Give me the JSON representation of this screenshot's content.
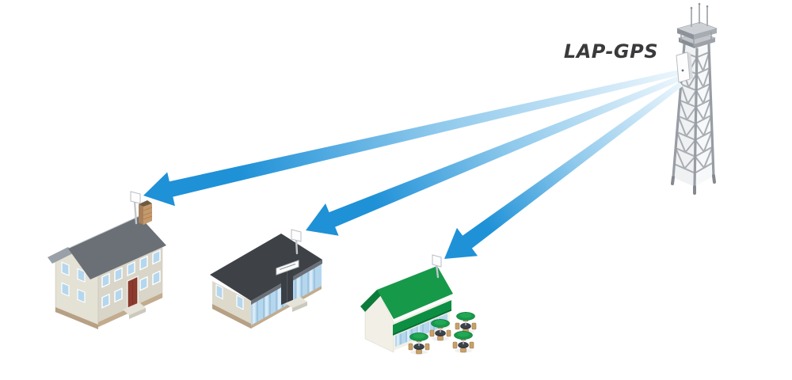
{
  "scene": {
    "label": "LAP-GPS",
    "nodes": {
      "base_station": "LAP-GPS sector radio mounted on lattice tower",
      "clients": [
        "two-story house with rooftop antenna",
        "office building with rooftop antenna",
        "cafe with rooftop antenna and patio umbrella tables"
      ]
    },
    "links": [
      "tower to house",
      "tower to office building",
      "tower to cafe"
    ]
  },
  "colors": {
    "beam_blue": "#1f91d7",
    "beam_mid": "#8fc9ec",
    "beam_light": "#eaf5fc",
    "label_text": "#3a3a3c",
    "tower_metal": "#a9aeb4",
    "tower_face": "#eff1f2",
    "house_roof": "#6b7076",
    "house_roof_light": "#99a0a7",
    "house_wall": "#d9d5c8",
    "house_gable": "#e4e1d5",
    "foundation_tan": "#c3ab8d",
    "door_red": "#8e3a2f",
    "window_blue": "#b5d7ee",
    "office_roof": "#3e4247",
    "office_wall": "#ddd9cb",
    "glass_blue": "#b5d7ee",
    "office_door": "#3a3f45",
    "restaurant_roof": "#17994a",
    "restaurant_roof_dark": "#0c7c3b",
    "awning_green": "#0d8f43",
    "restaurant_wall": "#f2f0e6",
    "umbrella_green": "#17994a",
    "chair_tan": "#c8a06a",
    "table_dark": "#2f343a"
  }
}
